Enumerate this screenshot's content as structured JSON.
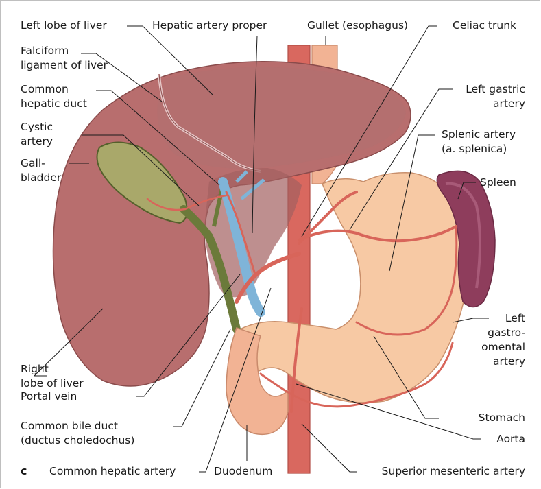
{
  "figure": {
    "panel_letter": "c",
    "labels": {
      "left_lobe_of_liver": "Left lobe of liver",
      "hepatic_artery_proper": "Hepatic artery proper",
      "gullet": "Gullet (esophagus)",
      "celiac_trunk": "Celiac trunk",
      "falciform_ligament_1": "Falciform",
      "falciform_ligament_2": "ligament of liver",
      "common_hepatic_duct_1": "Common",
      "common_hepatic_duct_2": "hepatic duct",
      "left_gastric_artery_1": "Left gastric",
      "left_gastric_artery_2": "artery",
      "cystic_artery_1": "Cystic",
      "cystic_artery_2": "artery",
      "splenic_artery_1": "Splenic artery",
      "splenic_artery_2": "(a. splenica)",
      "gallbladder_1": "Gall-",
      "gallbladder_2": "bladder",
      "spleen": "Spleen",
      "left_gastroomental_1": "Left",
      "left_gastroomental_2": "gastro-",
      "left_gastroomental_3": "omental",
      "left_gastroomental_4": "artery",
      "right_lobe_1": "Right",
      "right_lobe_2": "lobe of liver",
      "portal_vein": "Portal vein",
      "stomach": "Stomach",
      "common_bile_duct_1": "Common bile duct",
      "common_bile_duct_2": "(ductus choledochus)",
      "aorta": "Aorta",
      "common_hepatic_artery": "Common hepatic artery",
      "duodenum": "Duodenum",
      "superior_mesenteric_artery": "Superior mesenteric artery"
    },
    "colors": {
      "liver": "#b86e6e",
      "liver_dark": "#9c5757",
      "artery": "#d8655a",
      "vein": "#7fb4d8",
      "bile": "#6b7a3a",
      "gallbladder": "#a9a86a",
      "stomach": "#f7c9a4",
      "spleen": "#8e3d5c",
      "aorta": "#d9685f",
      "esophagus": "#f2b394",
      "leader": "#1a1a1a"
    }
  }
}
